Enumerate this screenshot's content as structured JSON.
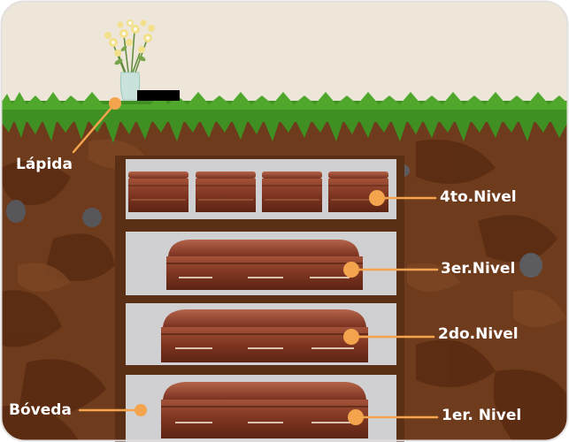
{
  "colors": {
    "sky": "#ede6d9",
    "soil": "#6e3b1c",
    "soil_dark": "#55290f",
    "grass": "#3f8f22",
    "accent": "#f5a44e",
    "vault": "#d0cfd1",
    "coffin": "#8a3f2a"
  },
  "labels": {
    "lapida": "Lápida",
    "boveda": "Bóveda",
    "levels": [
      "4to.Nivel",
      "3er.Nivel",
      "2do.Nivel",
      "1er. Nivel"
    ]
  }
}
